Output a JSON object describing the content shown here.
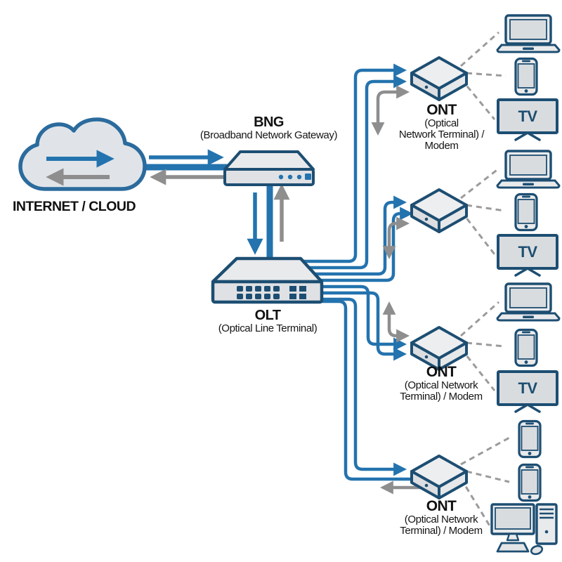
{
  "title": "FTTH / PON network diagram",
  "colors": {
    "blue": "#2373ae",
    "navy": "#1d4e72",
    "gray": "#8e8e8e",
    "dashed_gray": "#9b9b9b",
    "device_fill": "#e9eaec",
    "screen_fill": "#d9dcdf",
    "cloud_fill": "#e0e4e8",
    "text": "#111111"
  },
  "nodes": {
    "internet": {
      "label": "INTERNET / CLOUD"
    },
    "bng": {
      "name": "BNG",
      "subtitle": "(Broadband Network Gateway)"
    },
    "olt": {
      "name": "OLT",
      "subtitle": "(Optical Line Terminal)"
    },
    "ont1": {
      "name": "ONT",
      "sub1": "(Optical",
      "sub2": "Network Terminal) /",
      "sub3": "Modem"
    },
    "ont2": {
      "name": ""
    },
    "ont3": {
      "name": "ONT",
      "sub1": "(Optical Network",
      "sub2": "Terminal) / Modem"
    },
    "ont4": {
      "name": "ONT",
      "sub1": "(Optical Network",
      "sub2": "Terminal) / Modem"
    }
  },
  "devices": {
    "tv_label": "TV",
    "group1": [
      "laptop",
      "smartphone",
      "tv"
    ],
    "group2": [
      "laptop",
      "smartphone",
      "tv"
    ],
    "group3": [
      "laptop",
      "smartphone",
      "tv"
    ],
    "group4": [
      "smartphone",
      "smartphone",
      "desktop-computer"
    ]
  },
  "icons": {
    "cloud": "cloud-icon",
    "bng": "router-icon",
    "olt": "switch-icon",
    "ont": "ont-box-icon",
    "laptop": "laptop-icon",
    "smartphone": "smartphone-icon",
    "tv": "tv-icon",
    "desktop": "desktop-computer-icon"
  }
}
